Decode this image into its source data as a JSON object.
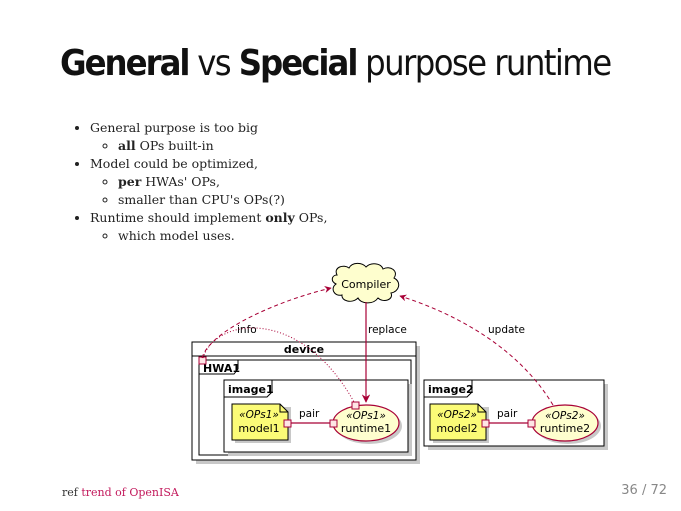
{
  "title": {
    "bold1": "General",
    "mid": " vs ",
    "bold2": "Special",
    "rest": " purpose runtime"
  },
  "bullets": {
    "b1": "General purpose is too big",
    "b1_sub1_bold": "all",
    "b1_sub1_rest": " OPs built-in",
    "b2": "Model could be optimized,",
    "b2_sub1_bold": "per",
    "b2_sub1_rest": " HWAs' OPs,",
    "b2_sub2": "smaller than CPU's OPs(?)",
    "b3_pre": "Runtime should implement ",
    "b3_bold": "only",
    "b3_post": " OPs,",
    "b3_sub1": "which model uses."
  },
  "diagram": {
    "compiler": "Compiler",
    "info": "info",
    "replace": "replace",
    "update": "update",
    "device": "device",
    "hwa1": "HWA1",
    "image1": "image1",
    "image2": "image2",
    "ops1_stereo": "«OPs1»",
    "ops1_name": "model1",
    "runtime1_stereo": "«OPs1»",
    "runtime1_name": "runtime1",
    "ops2_stereo": "«OPs2»",
    "ops2_name": "model2",
    "runtime2_stereo": "«OPs2»",
    "runtime2_name": "runtime2",
    "pair1": "pair",
    "pair2": "pair",
    "colors": {
      "arrow": "#a80036",
      "note_fill": "#fbfb77",
      "node_fill": "#fefece",
      "port_fill": "#fee5e5"
    }
  },
  "footer": {
    "ref": "ref ",
    "link": "trend of OpenISA"
  },
  "page": {
    "number": "36 / 72"
  }
}
